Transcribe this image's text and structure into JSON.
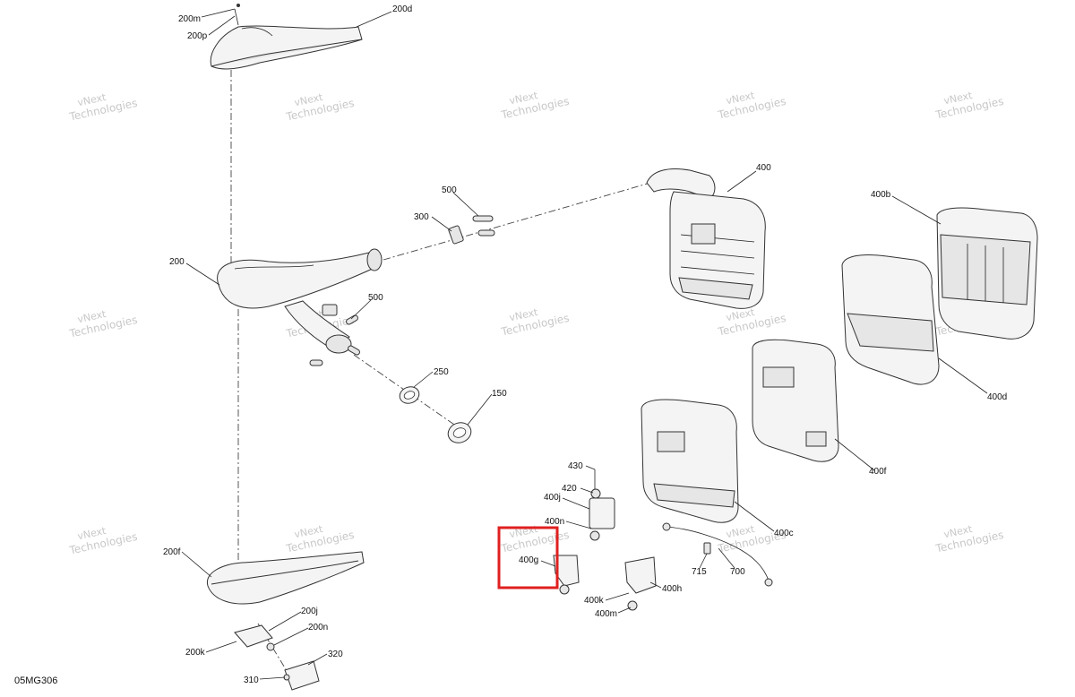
{
  "diagram_code": "05MG306",
  "watermark": {
    "line1": "vNext",
    "line2": "Technologies"
  },
  "highlight_color": "#e02020",
  "callouts": {
    "c200m": "200m",
    "c200p": "200p",
    "c200d": "200d",
    "c200": "200",
    "c500a": "500",
    "c300": "300",
    "c500b": "500",
    "c250": "250",
    "c150": "150",
    "c400": "400",
    "c400b": "400b",
    "c400d": "400d",
    "c400f": "400f",
    "c400c": "400c",
    "c430": "430",
    "c420": "420",
    "c400j": "400j",
    "c400n": "400n",
    "c400g": "400g",
    "c400h": "400h",
    "c400k": "400k",
    "c400m": "400m",
    "c715": "715",
    "c700": "700",
    "c200f": "200f",
    "c200j": "200j",
    "c200n": "200n",
    "c200k": "200k",
    "c320": "320",
    "c310": "310"
  }
}
